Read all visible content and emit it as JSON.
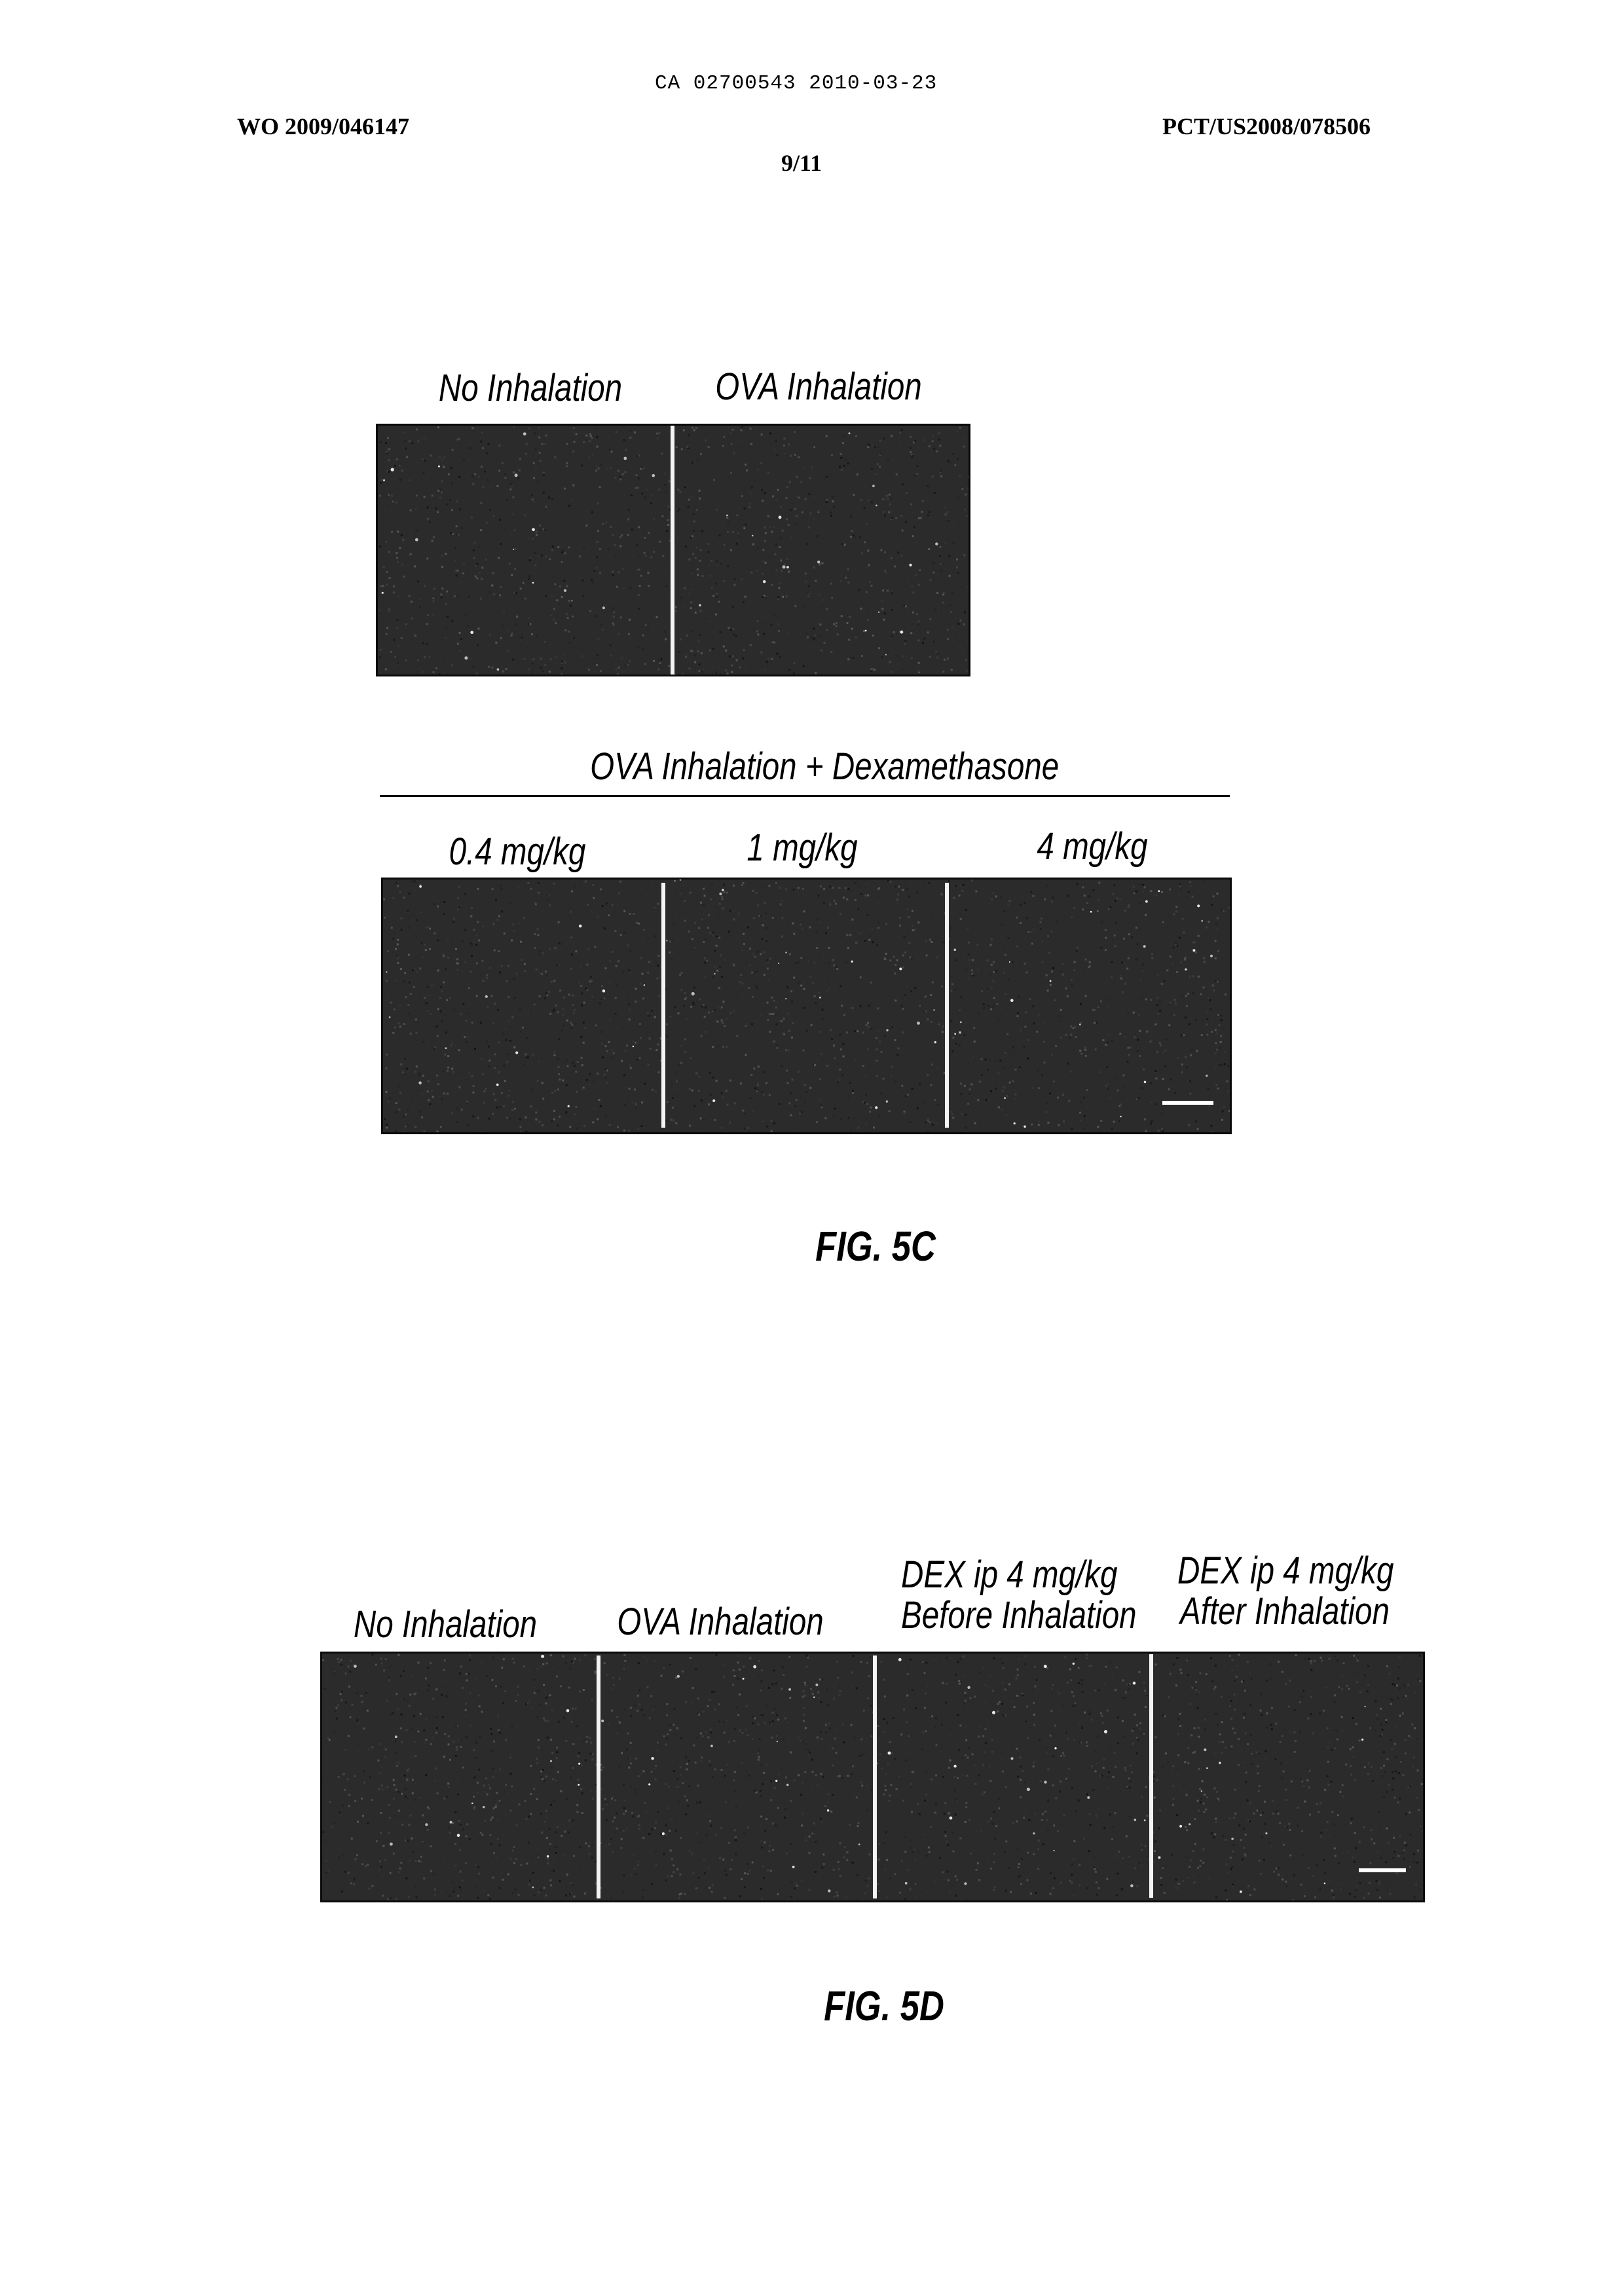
{
  "header": {
    "ca_number": "CA 02700543 2010-03-23",
    "wo_number": "WO 2009/046147",
    "pct_number": "PCT/US2008/078506",
    "sheet": "9/11"
  },
  "fig5c": {
    "top_labels": [
      "No Inhalation",
      "OVA Inhalation"
    ],
    "group_title": "OVA Inhalation + Dexamethasone",
    "dose_labels": [
      "0.4 mg/kg",
      "1 mg/kg",
      "4 mg/kg"
    ],
    "caption": "FIG. 5C"
  },
  "fig5d": {
    "labels": [
      "No Inhalation",
      "OVA Inhalation",
      "DEX ip 4 mg/kg",
      "Before Inhalation",
      "DEX ip 4 mg/kg",
      "After Inhalation"
    ],
    "caption": "FIG. 5D"
  }
}
